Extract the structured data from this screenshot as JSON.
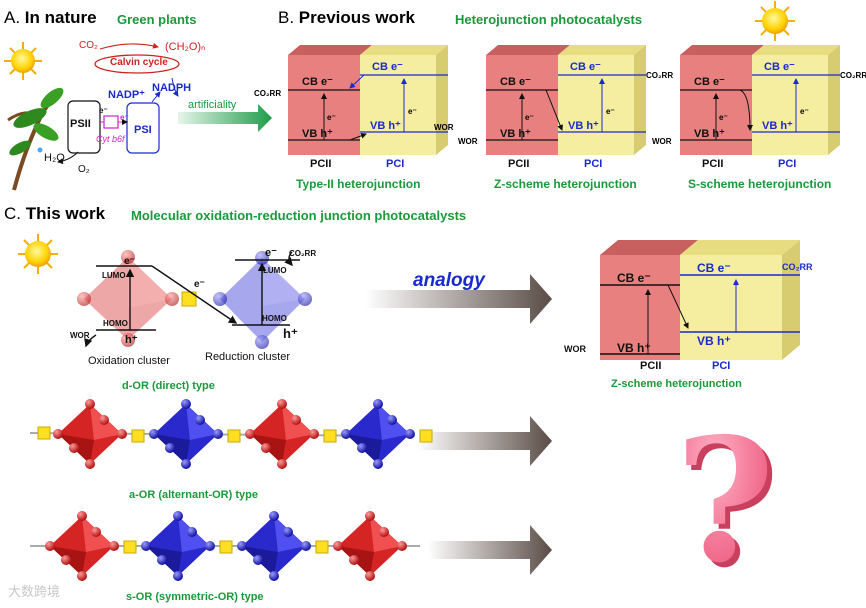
{
  "sectionA": {
    "letter": "A.",
    "title": "In nature",
    "subtitle": "Green plants",
    "co2": "CO₂",
    "ch2o": "(CH₂O)ₙ",
    "calvin": "Calvin cycle",
    "nadp": "NADP⁺",
    "nadph": "NADPH",
    "psii": "PSII",
    "psi": "PSI",
    "cytb6f": "Cyt b6f",
    "e": "e⁻",
    "h2o": "H₂O",
    "o2": "O₂",
    "artificiality": "artificiality"
  },
  "sectionB": {
    "letter": "B.",
    "title": "Previous work",
    "subtitle": "Heterojunction photocatalysts",
    "panels": [
      {
        "caption": "Type-II heterojunction",
        "left": "PCII",
        "right": "PCI",
        "cb": "CB",
        "vb": "VB",
        "h": "h⁺",
        "e": "e⁻",
        "reduce": "CO₂RR",
        "oxidize": "WOR"
      },
      {
        "caption": "Z-scheme heterojunction",
        "left": "PCII",
        "right": "PCI",
        "cb": "CB",
        "vb": "VB",
        "h": "h⁺",
        "e": "e⁻",
        "reduce": "CO₂RR",
        "oxidize": "WOR"
      },
      {
        "caption": "S-scheme heterojunction",
        "left": "PCII",
        "right": "PCI",
        "cb": "CB",
        "vb": "VB",
        "h": "h⁺",
        "e": "e⁻",
        "reduce": "CO₂RR",
        "oxidize": "WOR"
      }
    ]
  },
  "sectionC": {
    "letter": "C.",
    "title": "This work",
    "subtitle": "Molecular oxidation-reduction junction photocatalysts",
    "lumo": "LUMO",
    "homo": "HOMO",
    "e": "e⁻",
    "h": "h⁺",
    "wor": "WOR",
    "co2rr": "CO₂RR",
    "ox_label": "Oxidation cluster",
    "red_label": "Reduction cluster",
    "analogy": "analogy",
    "dor": "d-OR (direct) type",
    "aor": "a-OR (alternant-OR) type",
    "sor": "s-OR (symmetric-OR) type",
    "right": {
      "caption": "Z-scheme heterojunction",
      "left": "PCII",
      "right": "PCI",
      "cb": "CB",
      "vb": "VB",
      "reduce": "CO₂RR",
      "oxidize": "WOR"
    },
    "question": "?",
    "watermark": "大数跨境"
  },
  "colors": {
    "pc2": "#e88080",
    "pc1": "#f5eda0",
    "green": "#1a9a3a",
    "blue": "#1a2acc",
    "red_oct": "#d42424",
    "blue_oct": "#2a2acc",
    "yellow_link": "#ffe020",
    "question": "#ff7090"
  }
}
